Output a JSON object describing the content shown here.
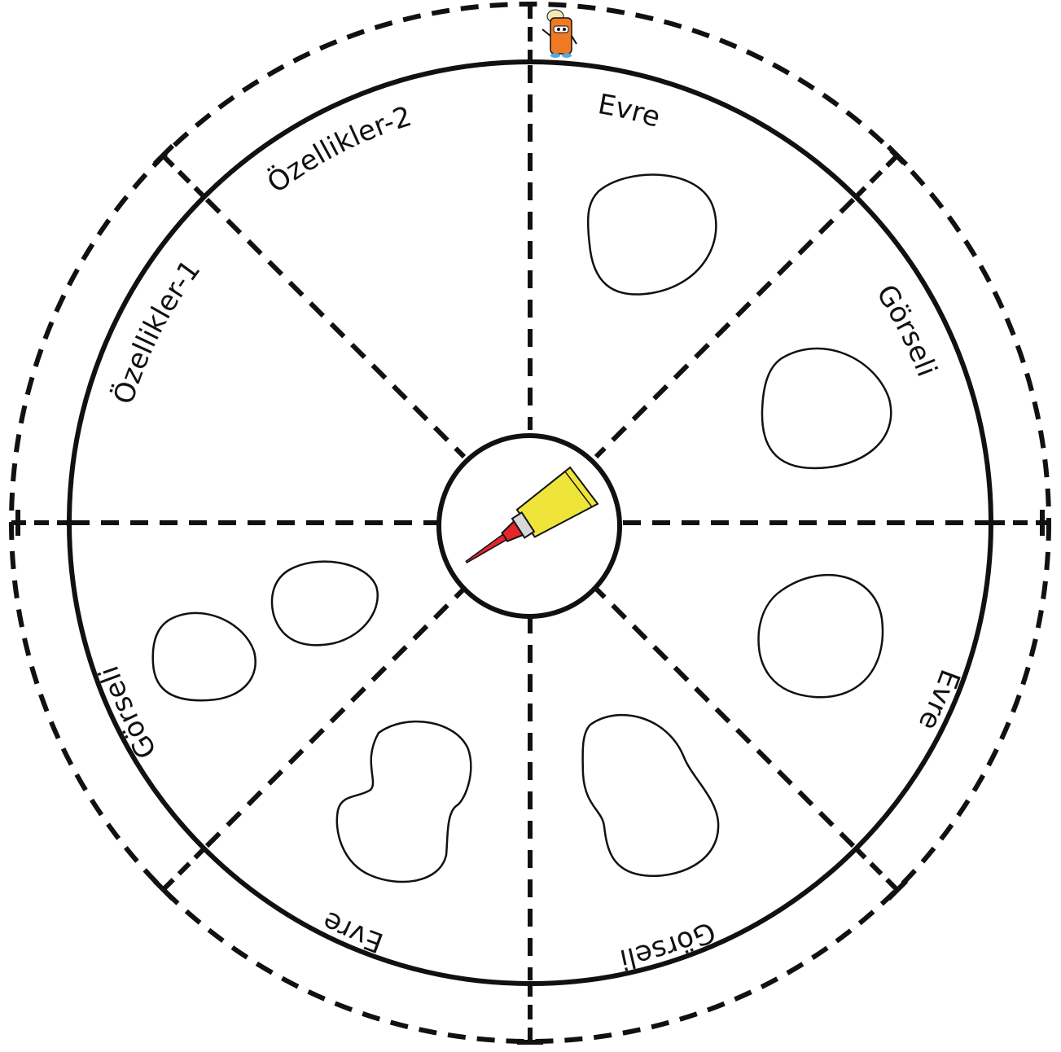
{
  "ring_labels": {
    "ozellikler_2": "Özellikler-2",
    "evre_top_right": "Evre",
    "gorseli_right": "Görseli",
    "evre_right": "Evre",
    "gorseli_bottom": "Görseli",
    "evre_bottom": "Evre",
    "gorseli_left": "Görseli",
    "ozellikler_1": "Özellikler-1"
  },
  "colors": {
    "line": "#111111",
    "tube_yellow": "#efe53a",
    "tube_cap_red": "#e2262b",
    "mascot_orange": "#f07a22"
  },
  "icons": {
    "center": "glue-tube-icon",
    "top": "mascot-icon"
  }
}
